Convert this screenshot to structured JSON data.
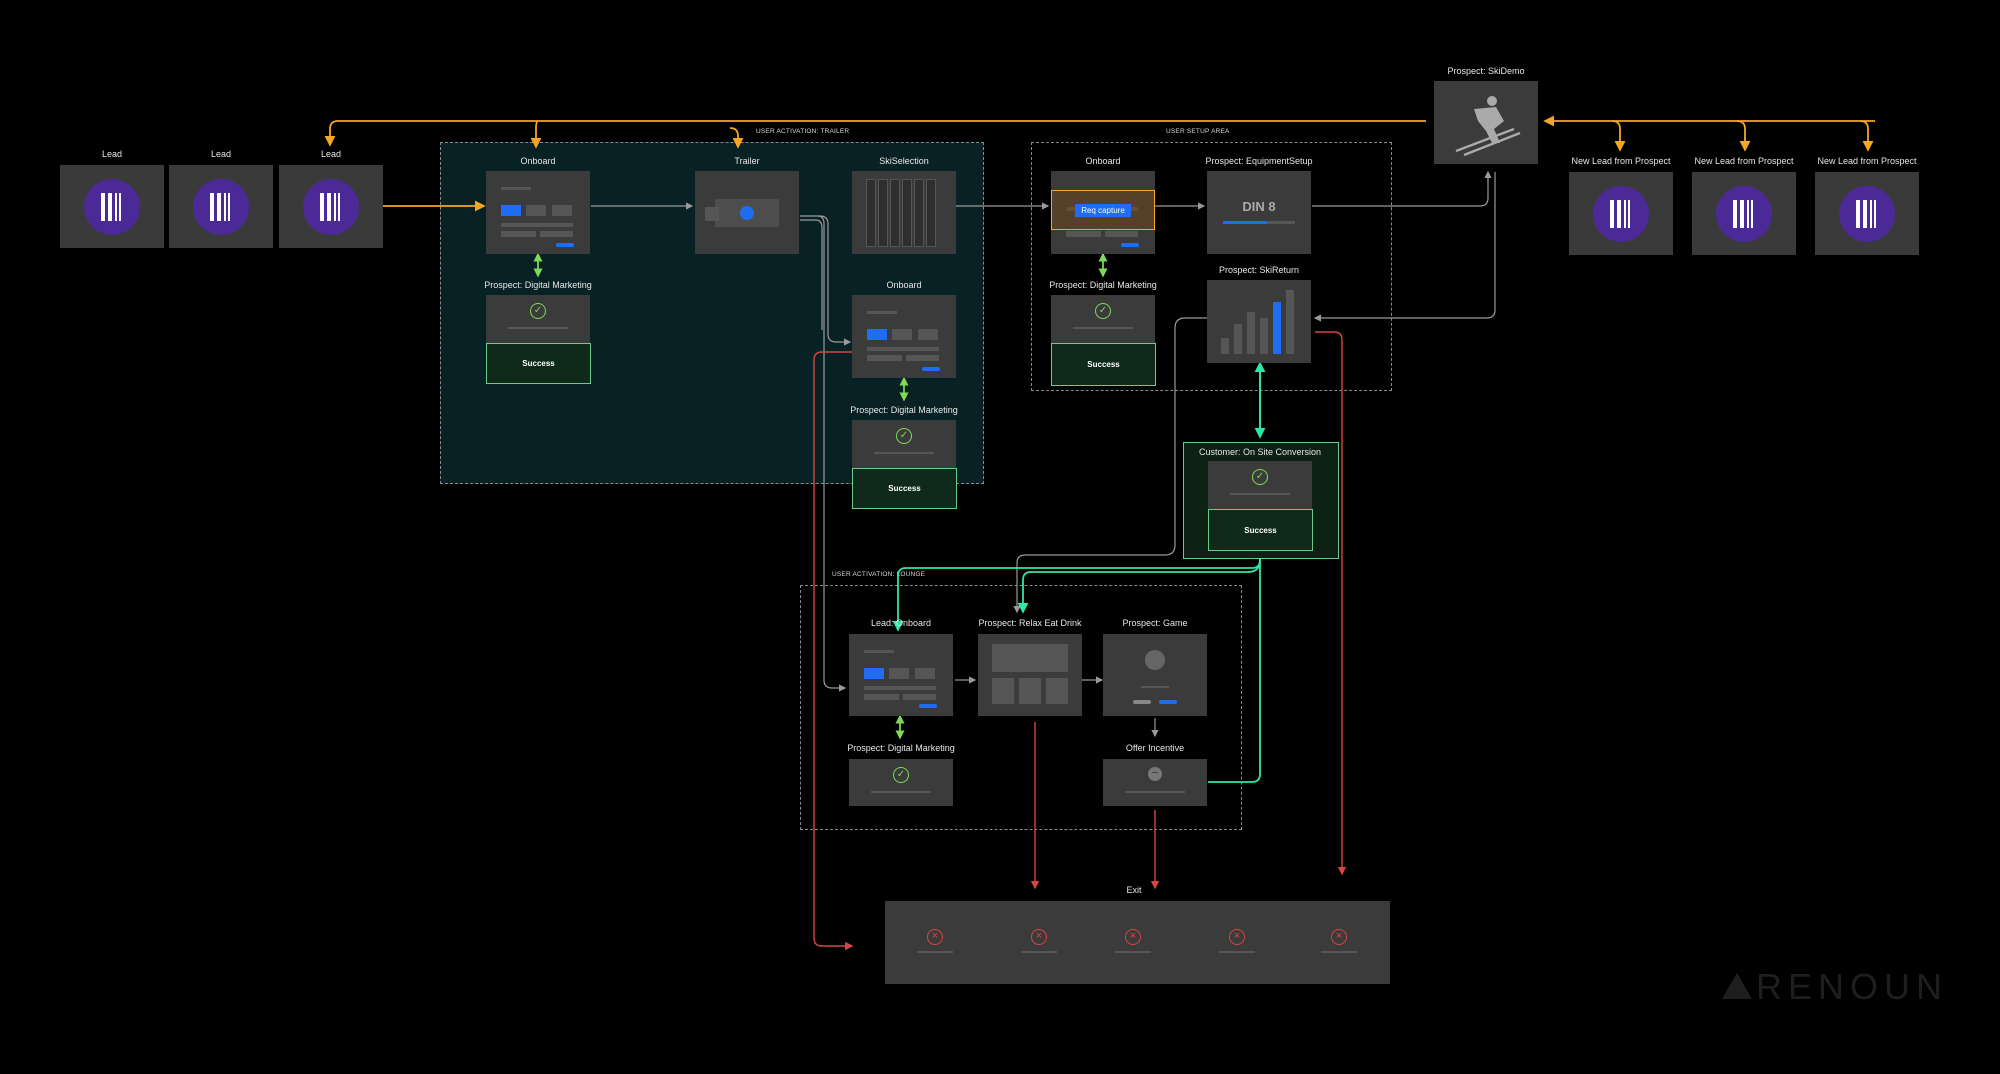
{
  "leads": [
    "Lead",
    "Lead",
    "Lead"
  ],
  "new_leads": [
    "New Lead from Prospect",
    "New Lead from Prospect",
    "New Lead from Prospect"
  ],
  "groups": {
    "trailer": "USER ACTIVATION: TRAILER",
    "setup": "USER SETUP AREA",
    "lounge": "USER ACTIVATION: LOUNGE"
  },
  "nodes": {
    "onboard1": "Onboard",
    "trailer": "Trailer",
    "skiselection": "SkiSelection",
    "onboard2": "Onboard",
    "dm1": "Prospect: Digital Marketing",
    "dm2": "Prospect: Digital Marketing",
    "onboard3": "Onboard",
    "equipment": "Prospect: EquipmentSetup",
    "skireturn": "Prospect: SkiReturn",
    "dm3": "Prospect: Digital Marketing",
    "skidemo": "Prospect: SkiDemo",
    "conversion": "Customer: On Site Conversion",
    "lead_onboard": "Lead: Onboard",
    "relax": "Prospect: Relax Eat Drink",
    "game": "Prospect: Game",
    "dm4": "Prospect: Digital Marketing",
    "offer": "Offer Incentive",
    "exit": "Exit"
  },
  "success": "Success",
  "req_capture": "Req capture",
  "din": "DIN 8",
  "brand": "RENOUN",
  "colors": {
    "orange": "#f5a623",
    "green": "#7ed957",
    "teal": "#2ee6a8",
    "red": "#d94545",
    "gray": "#8c8c8c",
    "lead_logo": "#4b2a98",
    "accent_blue": "#1f6cf5"
  }
}
